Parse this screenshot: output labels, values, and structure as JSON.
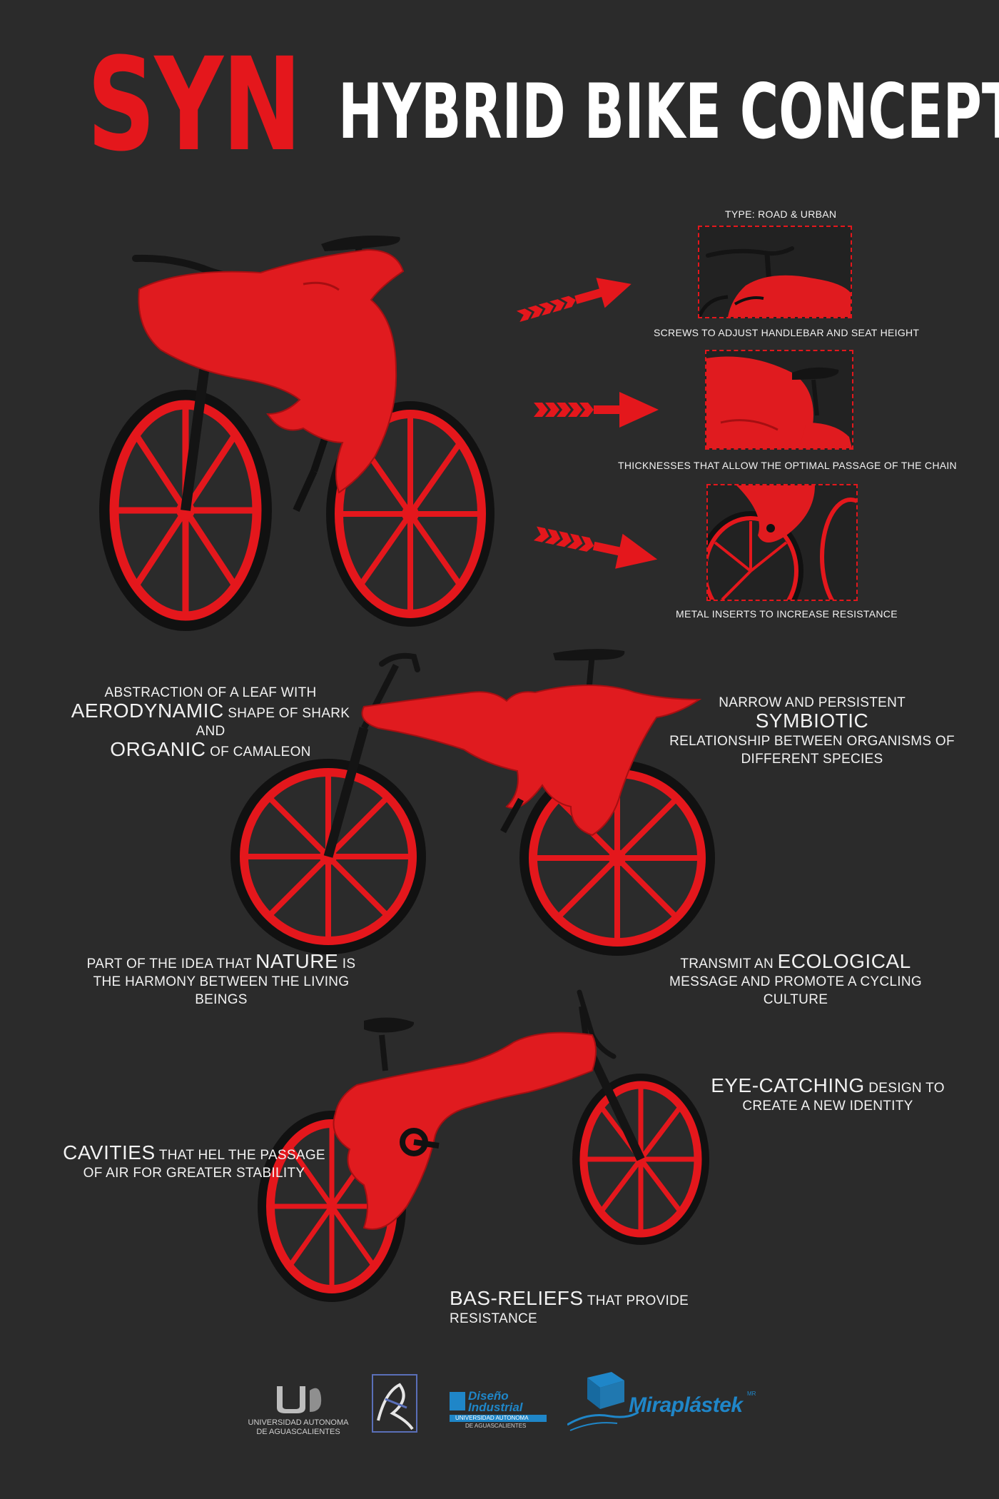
{
  "header": {
    "brand": "SYN",
    "title": "HYBRID BIKE CONCEPT"
  },
  "details": {
    "type_label": "TYPE: ROAD & URBAN",
    "captions": [
      "SCREWS TO ADJUST HANDLEBAR AND SEAT HEIGHT",
      "THICKNESSES THAT ALLOW THE OPTIMAL PASSAGE OF THE CHAIN",
      "METAL INSERTS TO INCREASE RESISTANCE"
    ]
  },
  "notes": {
    "leaf": {
      "pre": "ABSTRACTION OF A LEAF WITH",
      "k1": "AERODYNAMIC",
      "mid": "SHAPE OF SHARK AND",
      "k2": "ORGANIC",
      "post": "OF CAMALEON"
    },
    "symbiotic": {
      "pre": "NARROW AND PERSISTENT",
      "k": "SYMBIOTIC",
      "post": "RELATIONSHIP BETWEEN ORGANISMS OF DIFFERENT SPECIES"
    },
    "nature": {
      "pre": "PART OF THE IDEA THAT",
      "k": "NATURE",
      "post": "IS THE HARMONY BETWEEN THE LIVING BEINGS"
    },
    "ecological": {
      "pre": "TRANSMIT AN",
      "k": "ECOLOGICAL",
      "post": "MESSAGE AND PROMOTE A CYCLING CULTURE"
    },
    "eye": {
      "k": "EYE-CATCHING",
      "post": "DESIGN TO CREATE A NEW IDENTITY"
    },
    "cavities": {
      "k": "CAVITIES",
      "post": "THAT HEL THE PASSAGE OF AIR FOR GREATER STABILITY"
    },
    "basreliefs": {
      "k": "BAS-RELIEFS",
      "post": "THAT PROVIDE RESISTANCE"
    }
  },
  "logos": {
    "uaa_line1": "UNIVERSIDAD AUTONOMA",
    "uaa_line2": "DE AGUASCALIENTES",
    "di_line1": "Diseño",
    "di_line2": "Industrial",
    "di_sub1": "UNIVERSIDAD AUTONOMA",
    "di_sub2": "DE AGUASCALIENTES",
    "mira": "Miraplástek",
    "mira_mark": "MR"
  },
  "colors": {
    "background": "#2b2b2b",
    "accent_red": "#e4171c",
    "logo_blue": "#1f86c8"
  }
}
